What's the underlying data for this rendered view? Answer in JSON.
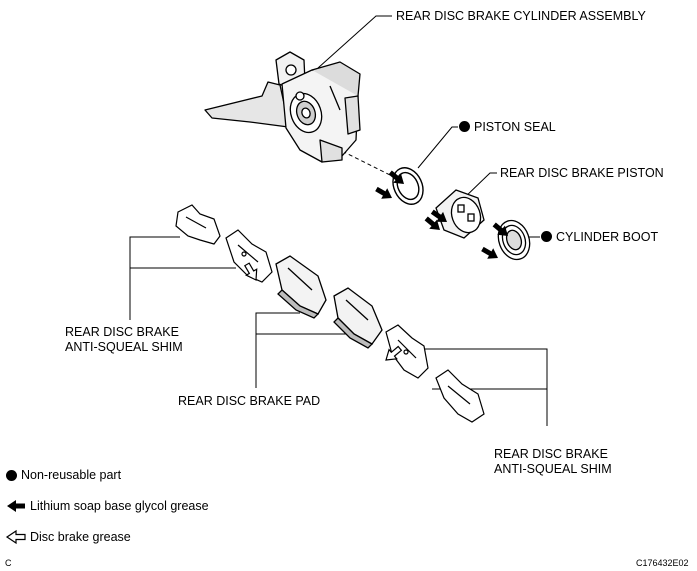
{
  "labels": {
    "cylinder_assembly": "REAR DISC BRAKE CYLINDER ASSEMBLY",
    "piston_seal": "PISTON SEAL",
    "piston": "REAR DISC BRAKE PISTON",
    "cylinder_boot": "CYLINDER BOOT",
    "shim_left_line1": "REAR DISC BRAKE",
    "shim_left_line2": "ANTI-SQUEAL SHIM",
    "pad": "REAR DISC BRAKE PAD",
    "shim_right_line1": "REAR DISC BRAKE",
    "shim_right_line2": "ANTI-SQUEAL SHIM"
  },
  "legend": {
    "non_reusable": "Non-reusable part",
    "lithium_grease": "Lithium soap base glycol grease",
    "disc_grease": "Disc brake grease"
  },
  "footer": {
    "corner_letter": "C",
    "figure_code": "C176432E02"
  },
  "colors": {
    "ink": "#000000",
    "paper": "#ffffff"
  }
}
